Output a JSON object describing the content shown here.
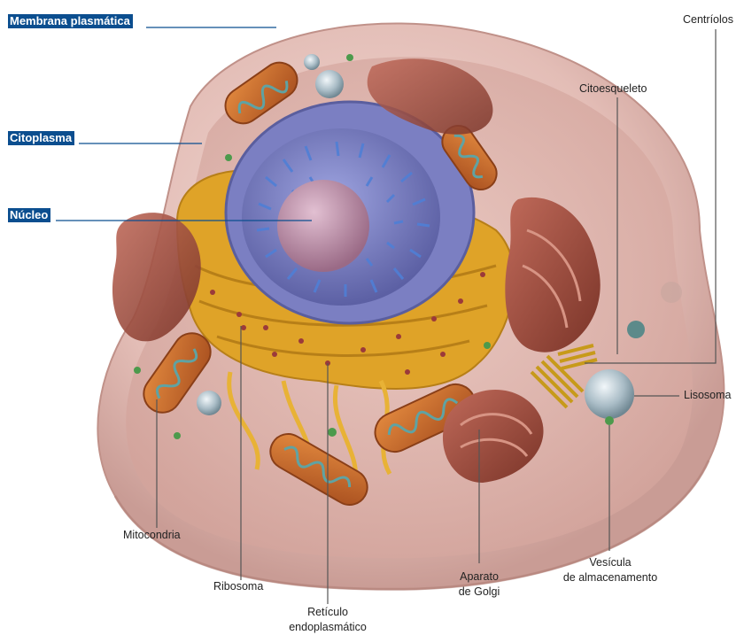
{
  "labels": {
    "membrana": "Membrana plasmática",
    "citoplasma": "Citoplasma",
    "nucleo": "Núcleo",
    "centriolos": "Centríolos",
    "citoesqueleto": "Citoesqueleto",
    "lisosoma": "Lisosoma",
    "mitocondria": "Mitocondria",
    "ribosoma": "Ribosoma",
    "reticulo_1": "Retículo",
    "reticulo_2": "endoplasmático",
    "golgi_1": "Aparato",
    "golgi_2": "de Golgi",
    "vesicula_1": "Vesícula",
    "vesicula_2": "de almacenamento"
  },
  "colors": {
    "tag_background": "#0b4e8f",
    "leader_blue": "#0b4e8f",
    "leader_gray": "#555555",
    "membrane": "#e7c4bd",
    "cytoplasm": "#dcaea6",
    "nucleus": "#6d72b8",
    "chromatin": "#4f7fd6",
    "nucleolus": "#b58aa3",
    "reticulum": "#e0a52a",
    "mitochondria": "#c9692a",
    "golgi": "#9e4a3e",
    "lysosome": "#9fb4be"
  }
}
